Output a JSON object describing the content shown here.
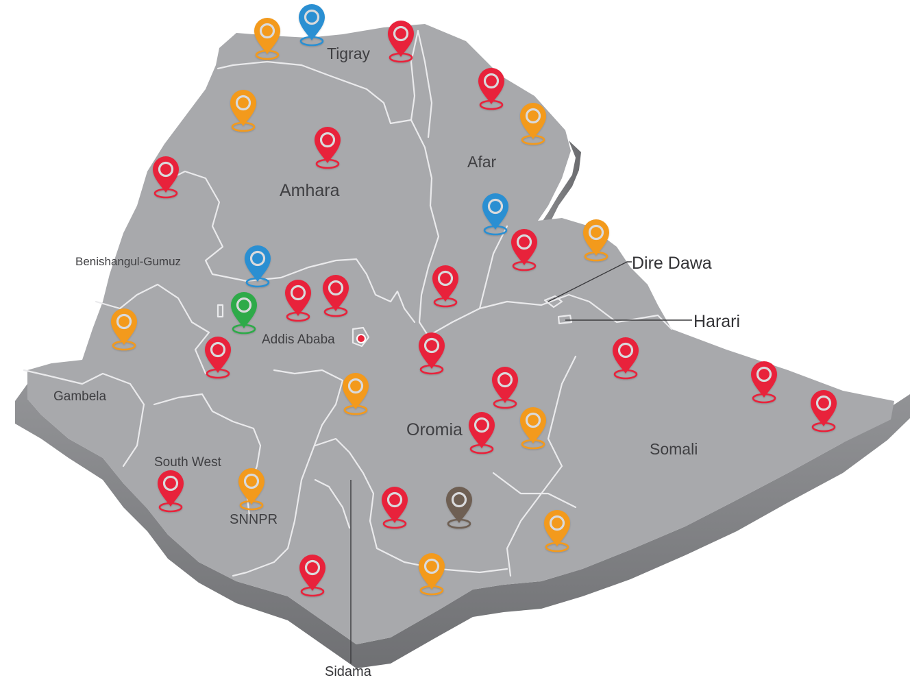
{
  "colors": {
    "land_top": "#a8a9ac",
    "land_side": "#8a8b8e",
    "land_side_dark": "#77787b",
    "border": "#eaeaec",
    "label": "#3f3f42",
    "marker_red": "#e8243a",
    "marker_orange": "#f39a1e",
    "marker_blue": "#2b8fd2",
    "marker_green": "#2eaa48",
    "marker_brown": "#6e5f52",
    "capital_dot": "#e8243a"
  },
  "regions": [
    {
      "id": "tigray",
      "label": "Tigray"
    },
    {
      "id": "afar",
      "label": "Afar"
    },
    {
      "id": "amhara",
      "label": "Amhara"
    },
    {
      "id": "benishangul-gumuz",
      "label": "Benishangul-Gumuz"
    },
    {
      "id": "addis-ababa",
      "label": "Addis Ababa"
    },
    {
      "id": "gambela",
      "label": "Gambela"
    },
    {
      "id": "oromia",
      "label": "Oromia"
    },
    {
      "id": "somali",
      "label": "Somali"
    },
    {
      "id": "south-west",
      "label": "South West"
    },
    {
      "id": "snnpr",
      "label": "SNNPR"
    }
  ],
  "callouts": [
    {
      "id": "dire-dawa",
      "label": "Dire Dawa"
    },
    {
      "id": "harari",
      "label": "Harari"
    },
    {
      "id": "sidama",
      "label": "Sidama"
    }
  ],
  "markers": [
    {
      "color": "orange"
    },
    {
      "color": "blue"
    },
    {
      "color": "red"
    },
    {
      "color": "red"
    },
    {
      "color": "orange"
    },
    {
      "color": "orange"
    },
    {
      "color": "red"
    },
    {
      "color": "red"
    },
    {
      "color": "blue"
    },
    {
      "color": "orange"
    },
    {
      "color": "red"
    },
    {
      "color": "blue"
    },
    {
      "color": "red"
    },
    {
      "color": "red"
    },
    {
      "color": "red"
    },
    {
      "color": "green"
    },
    {
      "color": "orange"
    },
    {
      "color": "red"
    },
    {
      "color": "red"
    },
    {
      "color": "red"
    },
    {
      "color": "red"
    },
    {
      "color": "orange"
    },
    {
      "color": "red"
    },
    {
      "color": "orange"
    },
    {
      "color": "red"
    },
    {
      "color": "red"
    },
    {
      "color": "red"
    },
    {
      "color": "orange"
    },
    {
      "color": "red"
    },
    {
      "color": "brown"
    },
    {
      "color": "orange"
    },
    {
      "color": "red"
    },
    {
      "color": "orange"
    }
  ]
}
